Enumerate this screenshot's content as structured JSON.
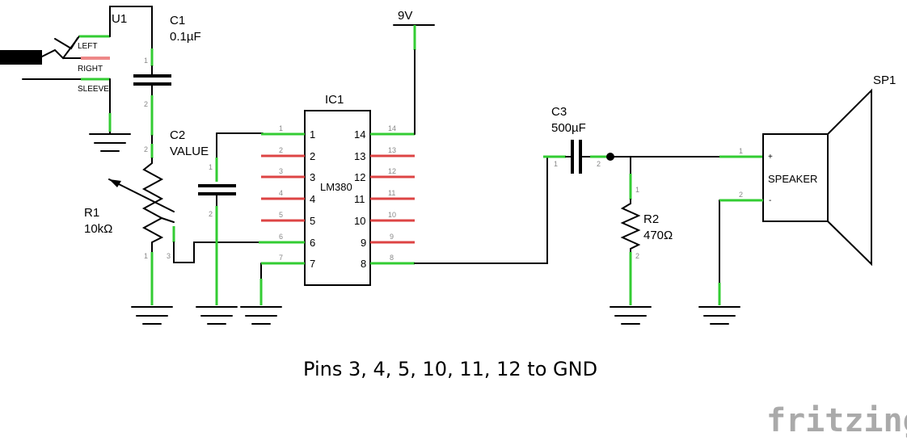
{
  "jack": {
    "ref": "U1",
    "left_label": "LEFT",
    "right_label": "RIGHT",
    "sleeve_label": "SLEEVE"
  },
  "c1": {
    "ref": "C1",
    "value": "0.1µF",
    "pin1": "1",
    "pin2": "2"
  },
  "c2": {
    "ref": "C2",
    "value": "VALUE",
    "pin1": "1",
    "pin2": "2"
  },
  "r1": {
    "ref": "R1",
    "value": "10kΩ",
    "pin1": "1",
    "pin2": "2",
    "pin3": "3"
  },
  "supply": {
    "label": "9V"
  },
  "ic1": {
    "ref": "IC1",
    "part": "LM380",
    "left_pins": [
      "1",
      "2",
      "3",
      "4",
      "5",
      "6",
      "7"
    ],
    "right_pins": [
      "14",
      "13",
      "12",
      "11",
      "10",
      "9",
      "8"
    ]
  },
  "c3": {
    "ref": "C3",
    "value": "500µF",
    "pin1": "1",
    "pin2": "2"
  },
  "r2": {
    "ref": "R2",
    "value": "470Ω",
    "pin1": "1",
    "pin2": "2"
  },
  "sp1": {
    "ref": "SP1",
    "label": "SPEAKER",
    "plus": "+",
    "minus": "-",
    "pin1": "1",
    "pin2": "2"
  },
  "note": "Pins 3, 4, 5, 10, 11, 12 to GND",
  "logo": "fritzing"
}
